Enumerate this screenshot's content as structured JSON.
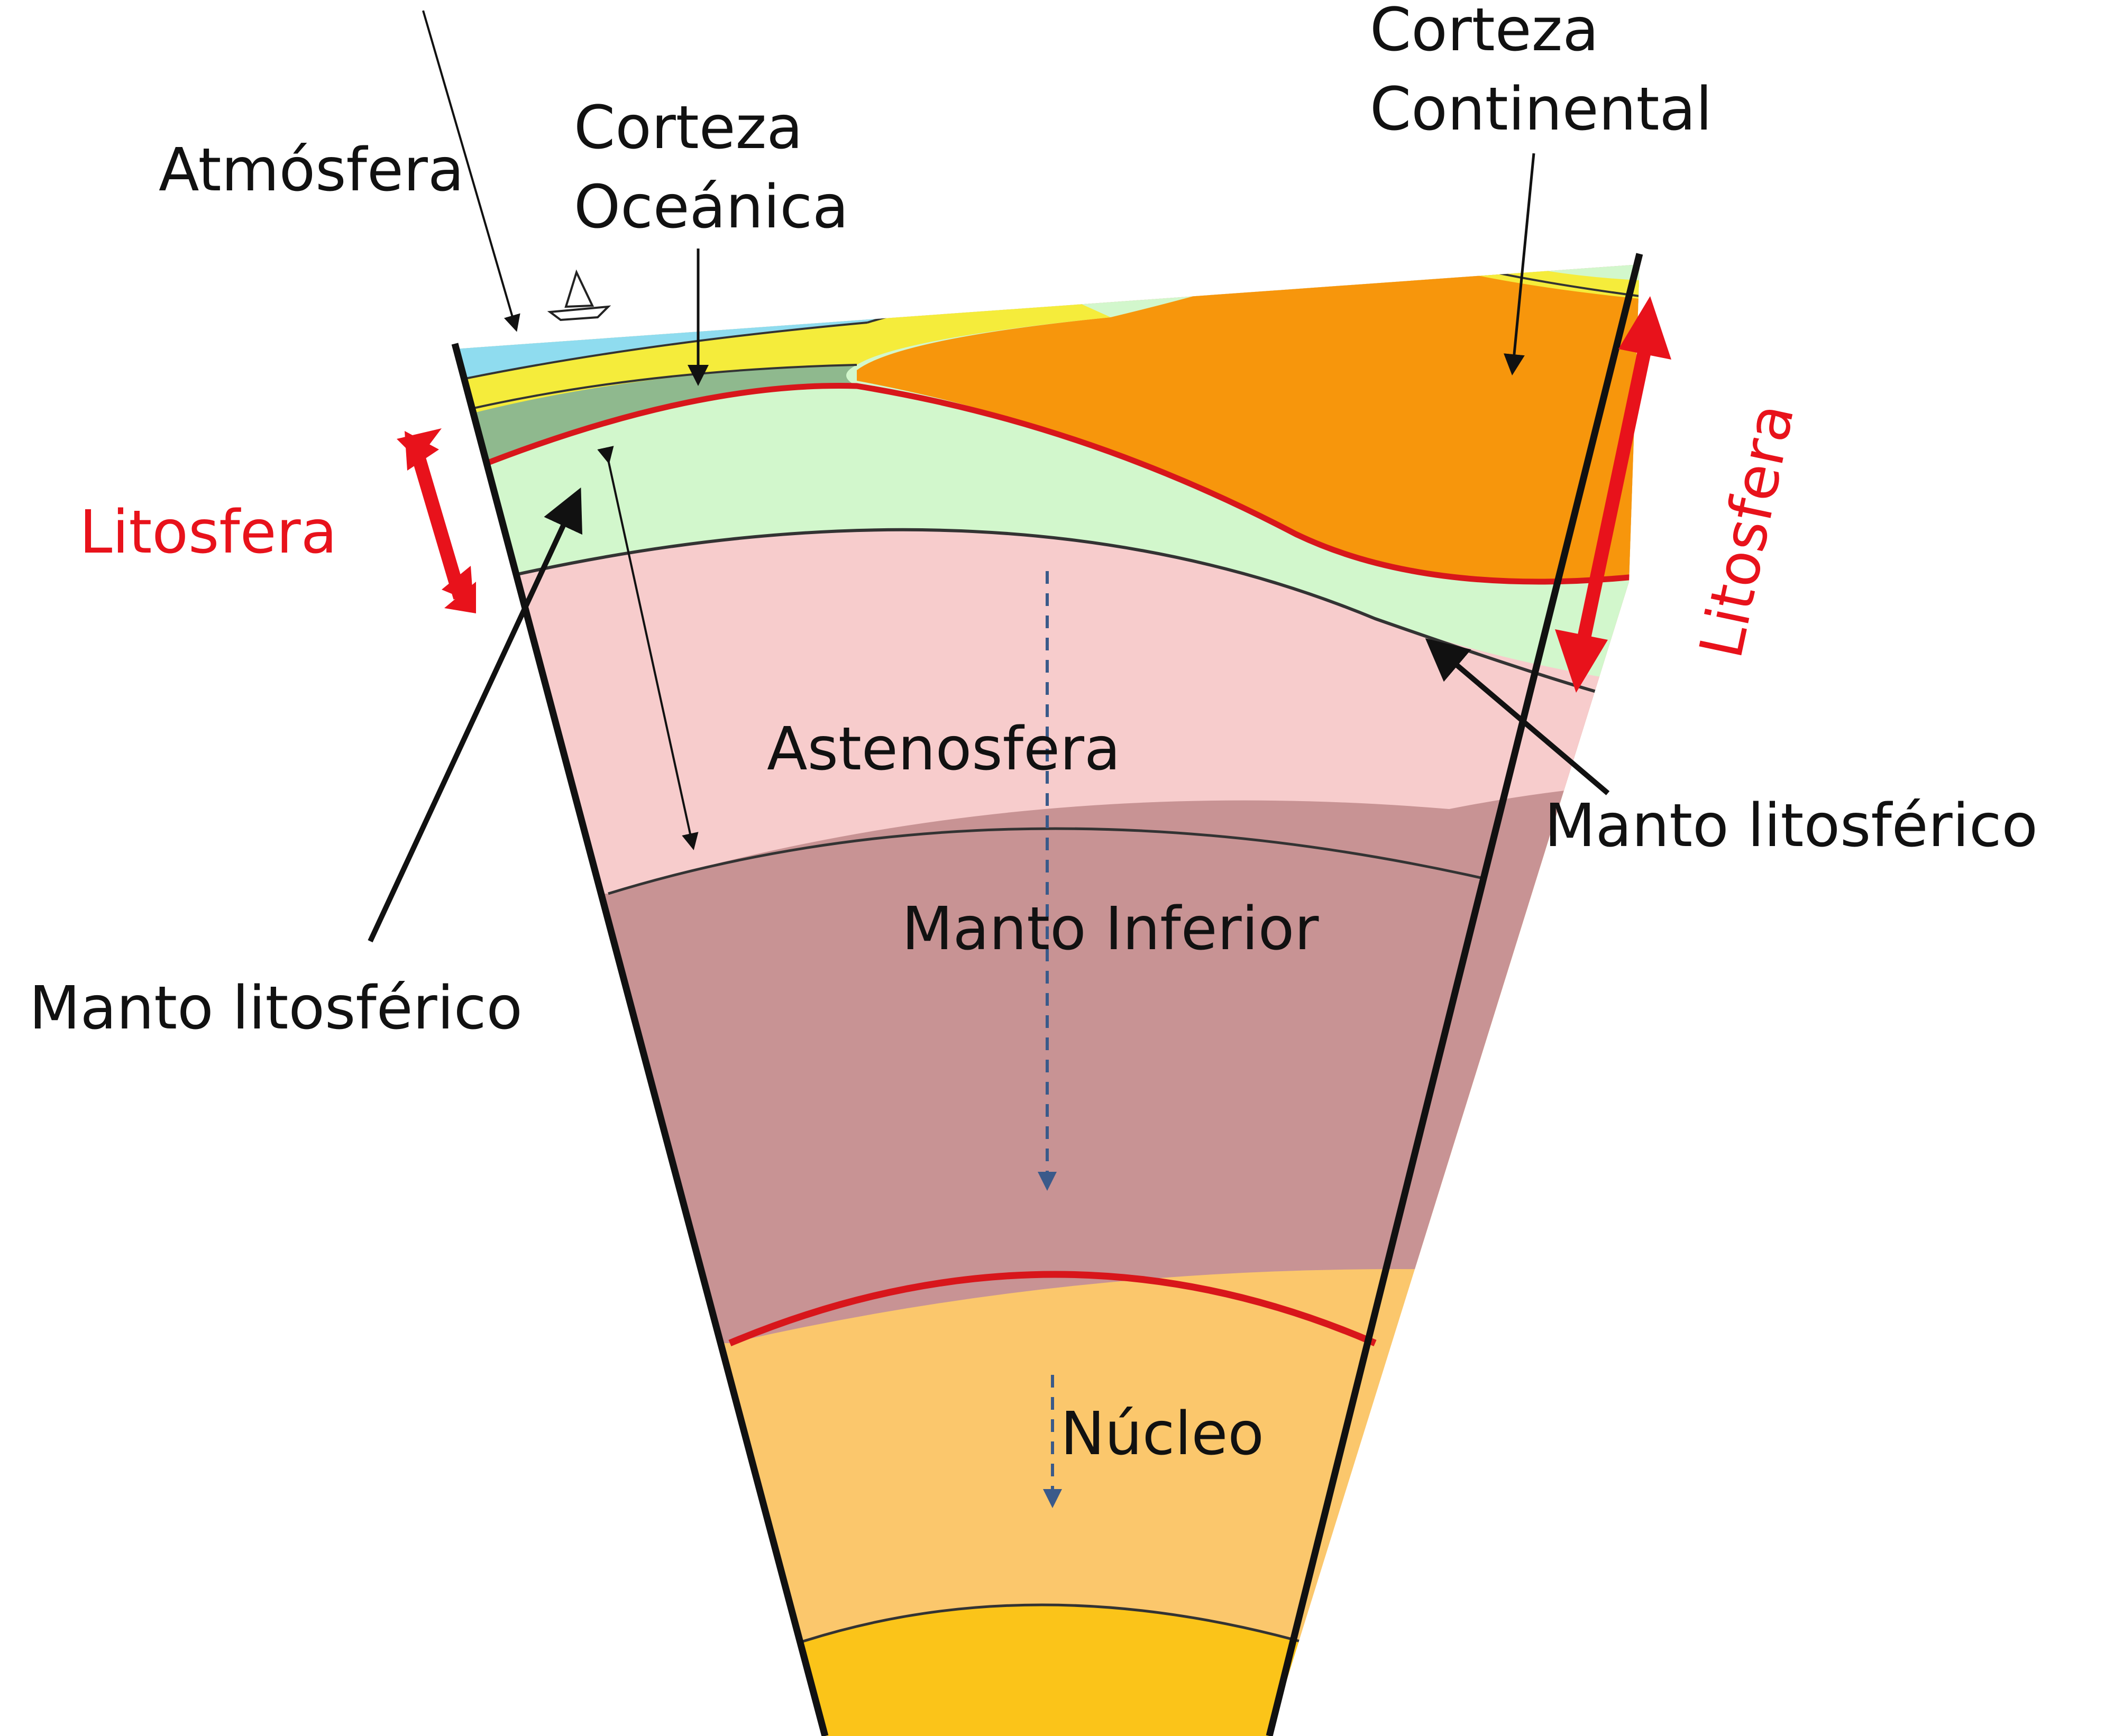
{
  "labels": {
    "atmosfera": "Atmósfera",
    "corteza_oceanica_1": "Corteza",
    "corteza_oceanica_2": "Oceánica",
    "corteza_continental_1": "Corteza",
    "corteza_continental_2": "Continental",
    "litosfera_left": "Litosfera",
    "litosfera_right": "Litosfera",
    "astenosfera": "Astenosfera",
    "manto_litosferico_right": "Manto litosférico",
    "manto_inferior": "Manto Inferior",
    "manto_litosferico_left": "Manto litosférico",
    "nucleo": "Núcleo"
  },
  "colors": {
    "atmosphere": "#8fdcef",
    "sediment": "#f5ec3b",
    "oceanic_crust": "#8fb98e",
    "continental_crust": "#f7960c",
    "lithospheric_mantle": "#d2f7cc",
    "asthenosphere": "#f7cccc",
    "lower_mantle": "#c89394",
    "core": "#fbc76c",
    "inner_core": "#fbc419",
    "boundary_red": "#d8161b",
    "arrow_red": "#e8121b",
    "dashed_arrow": "#3a5a8a"
  }
}
